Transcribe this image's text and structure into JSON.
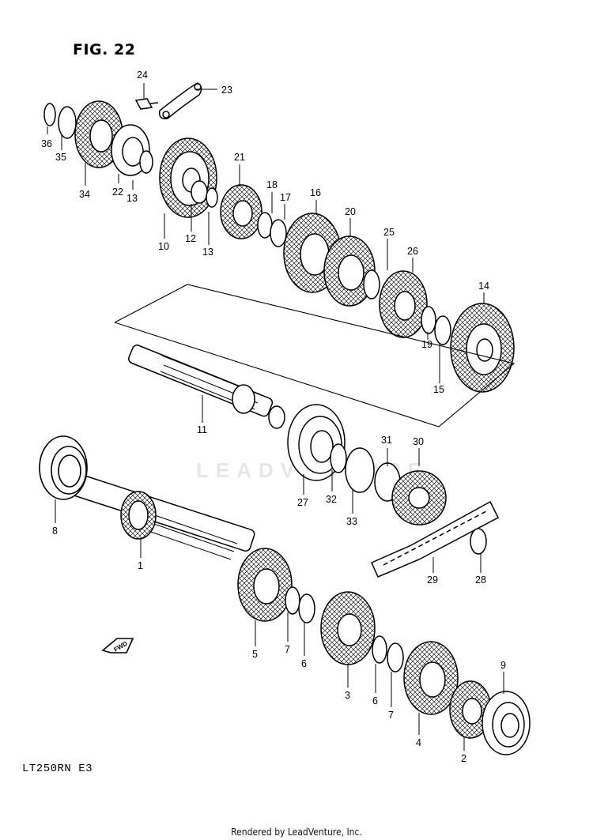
{
  "figure": {
    "title": "FIG. 22",
    "model_code": "LT250RN  E3"
  },
  "footer": {
    "text": "Rendered by LeadVenture, Inc."
  },
  "watermark": {
    "text": "LEADVENTURE"
  },
  "badge": {
    "text": "FWD"
  },
  "callouts": [
    "1",
    "2",
    "3",
    "4",
    "5",
    "6",
    "6",
    "7",
    "7",
    "8",
    "9",
    "10",
    "11",
    "12",
    "13",
    "13",
    "14",
    "15",
    "16",
    "17",
    "18",
    "19",
    "20",
    "21",
    "22",
    "23",
    "24",
    "25",
    "26",
    "27",
    "28",
    "29",
    "30",
    "31",
    "32",
    "33",
    "34",
    "35",
    "36"
  ],
  "colors": {
    "line": "#000000",
    "background": "#ffffff",
    "watermark": "#e6e6e6"
  }
}
